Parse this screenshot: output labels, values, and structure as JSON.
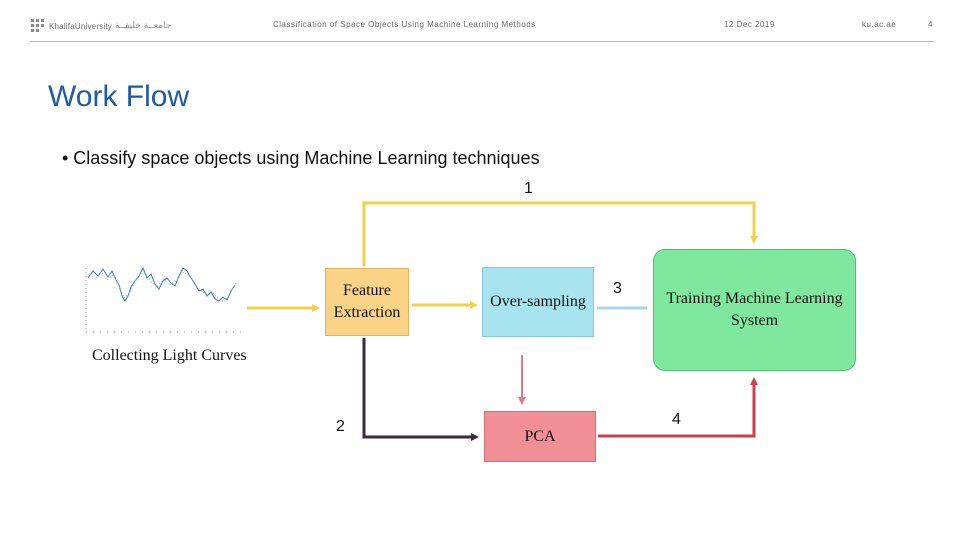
{
  "header": {
    "logo_text": "KhalifaUniversity",
    "logo_arabic": "جامعــة خليفــة",
    "presentation_title": "Classification of Space Objects Using Machine Learning Methods",
    "date": "12 Dec 2019",
    "url": "ku.ac.ae",
    "slide_number": "4"
  },
  "slide": {
    "title": "Work Flow",
    "bullet": "• Classify space objects using Machine Learning techniques"
  },
  "diagram": {
    "caption": "Collecting Light Curves",
    "boxes": {
      "feature_extraction": "Feature Extraction",
      "oversampling": "Over-sampling",
      "training": "Training Machine Learning System",
      "pca": "PCA"
    },
    "step_labels": [
      "1",
      "2",
      "3",
      "4"
    ],
    "colors": {
      "path1": "#ecd24f",
      "path2": "#3b2a3a",
      "path3": "#a9d6e5",
      "path4": "#c8424e"
    }
  }
}
